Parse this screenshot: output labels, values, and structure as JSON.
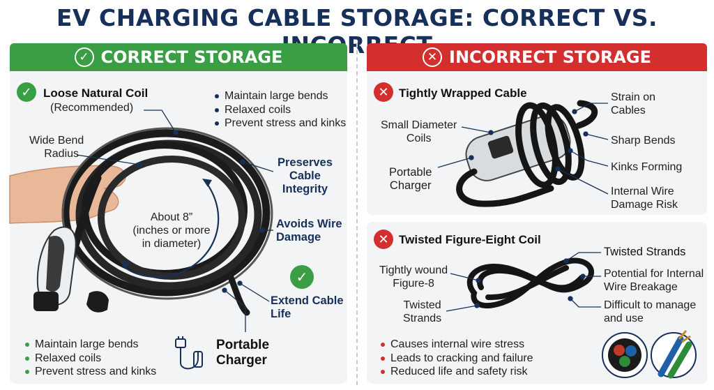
{
  "title": "EV CHARGING CABLE STORAGE: CORRECT VS. INCORRECT",
  "correct": {
    "banner": "CORRECT STORAGE",
    "heading": "Loose Natural Coil",
    "subheading": "(Recommended)",
    "tips": [
      "Maintain large bends",
      "Relaxed coils",
      "Prevent stress and kinks"
    ],
    "label_wide_1": "Wide Bend",
    "label_wide_2": "Radius",
    "label_preserves_1": "Preserves",
    "label_preserves_2": "Cable",
    "label_preserves_3": "Integrity",
    "label_about_1": "About 8”",
    "label_about_2": "(inches or more",
    "label_about_3": "in diameter)",
    "label_avoids_1": "Avoids Wire",
    "label_avoids_2": "Damage",
    "label_extend_1": "Extend Cable",
    "label_extend_2": "Life",
    "bottom_tips": [
      "Maintain large bends",
      "Relaxed coils",
      "Prevent stress and kinks"
    ],
    "portable_1": "Portable",
    "portable_2": "Charger"
  },
  "incorrect": {
    "banner": "INCORRECT STORAGE",
    "wrapped": {
      "heading": "Tightly Wrapped Cable",
      "small_1": "Small Diameter",
      "small_2": "Coils",
      "portable_1": "Portable",
      "portable_2": "Charger",
      "strain_1": "Strain on",
      "strain_2": "Cables",
      "sharp": "Sharp Bends",
      "kinks": "Kinks Forming",
      "internal_1": "Internal Wire",
      "internal_2": "Damage Risk"
    },
    "figure8": {
      "heading": "Twisted Figure-Eight Coil",
      "tight_1": "Tightly wound",
      "tight_2": "Figure-8",
      "twisted_1": "Twisted",
      "twisted_2": "Strands",
      "strands_top": "Twisted Strands",
      "potential_1": "Potential for Internal",
      "potential_2": "Wire Breakage",
      "difficult_1": "Difficult to manage",
      "difficult_2": "and use",
      "consequences": [
        "Causes internal wire stress",
        "Leads to cracking and failure",
        "Reduced life and safety risk"
      ]
    }
  },
  "colors": {
    "green": "#3a9e45",
    "red": "#d32f2f",
    "navy": "#17305a"
  },
  "icons": [
    "check-circle-icon",
    "x-circle-icon",
    "charger-plug-icon"
  ]
}
